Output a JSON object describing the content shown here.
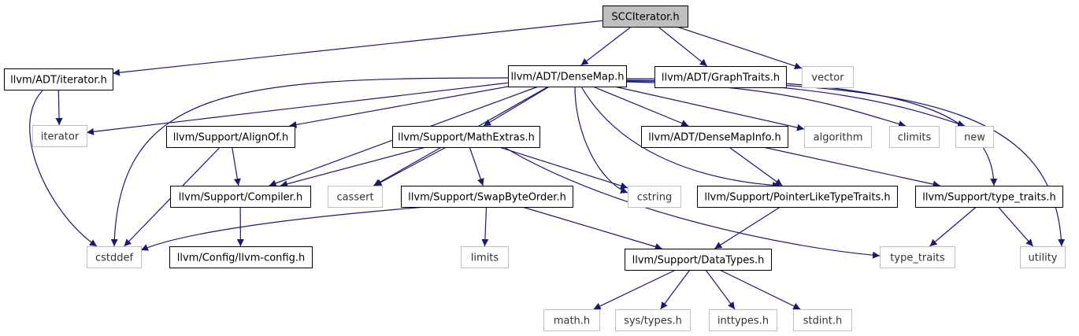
{
  "colors": {
    "edge": "#191970",
    "root_fill": "#bfbfbf",
    "project_border": "#000000",
    "system_border": "#bfbfbf",
    "background": "#ffffff"
  },
  "nodes": [
    {
      "id": "scc",
      "label": "SCCIterator.h",
      "kind": "root"
    },
    {
      "id": "iterh",
      "label": "llvm/ADT/iterator.h",
      "kind": "project"
    },
    {
      "id": "densemap",
      "label": "llvm/ADT/DenseMap.h",
      "kind": "project"
    },
    {
      "id": "graphtraits",
      "label": "llvm/ADT/GraphTraits.h",
      "kind": "project"
    },
    {
      "id": "vector",
      "label": "vector",
      "kind": "system"
    },
    {
      "id": "iterator",
      "label": "iterator",
      "kind": "system"
    },
    {
      "id": "alignof",
      "label": "llvm/Support/AlignOf.h",
      "kind": "project"
    },
    {
      "id": "mathextras",
      "label": "llvm/Support/MathExtras.h",
      "kind": "project"
    },
    {
      "id": "densemapinfo",
      "label": "llvm/ADT/DenseMapInfo.h",
      "kind": "project"
    },
    {
      "id": "algorithm",
      "label": "algorithm",
      "kind": "system"
    },
    {
      "id": "climits",
      "label": "climits",
      "kind": "system"
    },
    {
      "id": "new",
      "label": "new",
      "kind": "system"
    },
    {
      "id": "compiler",
      "label": "llvm/Support/Compiler.h",
      "kind": "project"
    },
    {
      "id": "cassert",
      "label": "cassert",
      "kind": "system"
    },
    {
      "id": "swapbyteorder",
      "label": "llvm/Support/SwapByteOrder.h",
      "kind": "project"
    },
    {
      "id": "cstring",
      "label": "cstring",
      "kind": "system"
    },
    {
      "id": "pointerlike",
      "label": "llvm/Support/PointerLikeTypeTraits.h",
      "kind": "project"
    },
    {
      "id": "typetraitsh",
      "label": "llvm/Support/type_traits.h",
      "kind": "project"
    },
    {
      "id": "cstddef",
      "label": "cstddef",
      "kind": "system"
    },
    {
      "id": "llvmconfig",
      "label": "llvm/Config/llvm-config.h",
      "kind": "project"
    },
    {
      "id": "limits",
      "label": "limits",
      "kind": "system"
    },
    {
      "id": "datatypes",
      "label": "llvm/Support/DataTypes.h",
      "kind": "project"
    },
    {
      "id": "type_traits",
      "label": "type_traits",
      "kind": "system"
    },
    {
      "id": "utility",
      "label": "utility",
      "kind": "system"
    },
    {
      "id": "mathh",
      "label": "math.h",
      "kind": "system"
    },
    {
      "id": "systypes",
      "label": "sys/types.h",
      "kind": "system"
    },
    {
      "id": "inttypes",
      "label": "inttypes.h",
      "kind": "system"
    },
    {
      "id": "stdint",
      "label": "stdint.h",
      "kind": "system"
    }
  ],
  "edges": [
    {
      "from": "scc",
      "to": "iterh"
    },
    {
      "from": "scc",
      "to": "densemap"
    },
    {
      "from": "scc",
      "to": "graphtraits"
    },
    {
      "from": "scc",
      "to": "vector"
    },
    {
      "from": "iterh",
      "to": "iterator"
    },
    {
      "from": "iterh",
      "to": "cstddef"
    },
    {
      "from": "densemap",
      "to": "iterator"
    },
    {
      "from": "densemap",
      "to": "cstddef"
    },
    {
      "from": "densemap",
      "to": "alignof"
    },
    {
      "from": "densemap",
      "to": "compiler"
    },
    {
      "from": "densemap",
      "to": "cassert"
    },
    {
      "from": "densemap",
      "to": "mathextras"
    },
    {
      "from": "densemap",
      "to": "cstring"
    },
    {
      "from": "densemap",
      "to": "pointerlike"
    },
    {
      "from": "densemap",
      "to": "densemapinfo"
    },
    {
      "from": "densemap",
      "to": "algorithm"
    },
    {
      "from": "densemap",
      "to": "climits"
    },
    {
      "from": "densemap",
      "to": "new"
    },
    {
      "from": "densemap",
      "to": "typetraitsh"
    },
    {
      "from": "densemap",
      "to": "utility"
    },
    {
      "from": "alignof",
      "to": "compiler"
    },
    {
      "from": "alignof",
      "to": "cstddef"
    },
    {
      "from": "mathextras",
      "to": "compiler"
    },
    {
      "from": "mathextras",
      "to": "cassert"
    },
    {
      "from": "mathextras",
      "to": "swapbyteorder"
    },
    {
      "from": "mathextras",
      "to": "cstring"
    },
    {
      "from": "mathextras",
      "to": "type_traits"
    },
    {
      "from": "densemapinfo",
      "to": "pointerlike"
    },
    {
      "from": "densemapinfo",
      "to": "typetraitsh"
    },
    {
      "from": "compiler",
      "to": "llvmconfig"
    },
    {
      "from": "swapbyteorder",
      "to": "cstddef"
    },
    {
      "from": "swapbyteorder",
      "to": "limits"
    },
    {
      "from": "swapbyteorder",
      "to": "datatypes"
    },
    {
      "from": "pointerlike",
      "to": "datatypes"
    },
    {
      "from": "typetraitsh",
      "to": "type_traits"
    },
    {
      "from": "typetraitsh",
      "to": "utility"
    },
    {
      "from": "datatypes",
      "to": "mathh"
    },
    {
      "from": "datatypes",
      "to": "systypes"
    },
    {
      "from": "datatypes",
      "to": "inttypes"
    },
    {
      "from": "datatypes",
      "to": "stdint"
    }
  ]
}
